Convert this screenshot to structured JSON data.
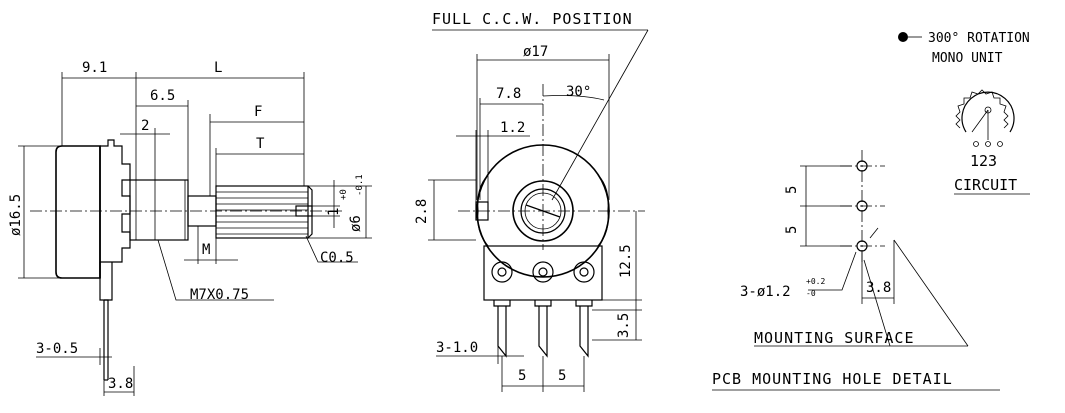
{
  "side_view": {
    "dim_9_1": "9.1",
    "dim_L": "L",
    "dim_6_5": "6.5",
    "dim_F": "F",
    "dim_2": "2",
    "dim_T": "T",
    "dim_dia_16_5": "ø16.5",
    "dim_dia_6": "ø6",
    "dim_dia_6_tol_upper": "+0",
    "dim_dia_6_tol_lower": "-0.1",
    "dim_1": "1",
    "dim_M": "M",
    "dim_C0_5": "C0.5",
    "dim_M7x0_75": "M7X0.75",
    "dim_3_0_5": "3-0.5",
    "dim_3_8": "3.8"
  },
  "front_view": {
    "full_ccw": "FULL C.C.W. POSITION",
    "dim_dia_17": "ø17",
    "dim_7_8": "7.8",
    "dim_30deg": "30°",
    "dim_1_2": "1.2",
    "dim_2_8": "2.8",
    "dim_12_5": "12.5",
    "dim_3_5": "3.5",
    "dim_3_1_0": "3-1.0",
    "dim_5a": "5",
    "dim_5b": "5"
  },
  "legend": {
    "rotation": "300° ROTATION",
    "unit": "MONO UNIT",
    "pins": "123",
    "circuit": "CIRCUIT"
  },
  "pcb": {
    "dim_5_top": "5",
    "dim_5_bottom": "5",
    "dim_hole": "3-ø1.2",
    "dim_hole_tol_upper": "+0.2",
    "dim_hole_tol_lower": "-0",
    "dim_3_8": "3.8",
    "mounting_surface": "MOUNTING SURFACE",
    "title": "PCB MOUNTING HOLE DETAIL"
  }
}
